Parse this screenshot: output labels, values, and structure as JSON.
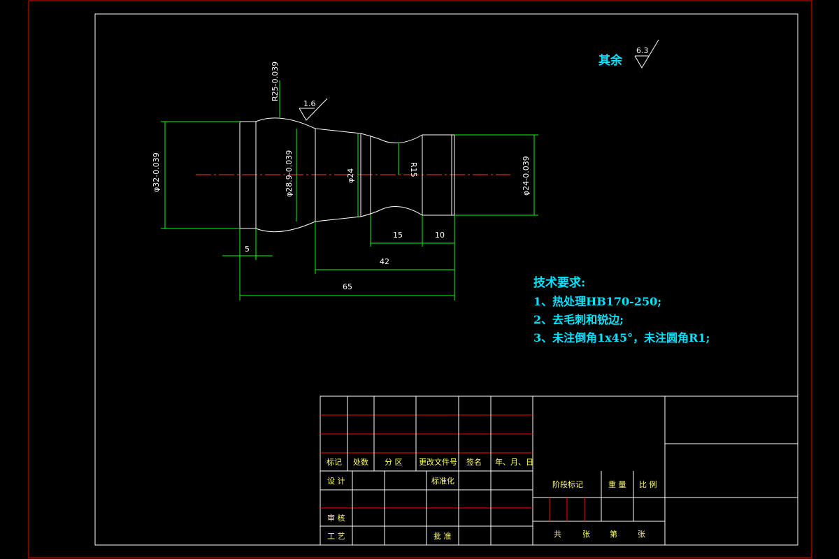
{
  "roughness": {
    "rest_label": "其余",
    "rest_value": "6.3",
    "surface_value": "1.6"
  },
  "dimensions": {
    "dia32": "φ32-0.039",
    "dia28": "φ28.9-0.039",
    "dia24_mid": "φ24",
    "dia24_right": "φ24-0.039",
    "r25": "R25-0.039",
    "r15": "R15",
    "len5": "5",
    "len15": "15",
    "len10": "10",
    "len42": "42",
    "len65": "65"
  },
  "tech_requirements": {
    "title": "技术要求:",
    "items": [
      "1、热处理HB170-250;",
      "2、去毛刺和锐边;",
      "3、未注倒角1x45°，未注圆角R1;"
    ]
  },
  "title_block": {
    "headers": [
      "标记",
      "处数",
      "分 区",
      "更改文件号",
      "签名",
      "年、月、日"
    ],
    "design": "设 计",
    "standardize": "标准化",
    "review": "审 核",
    "process": "工 艺",
    "approve": "批 准",
    "stage_mark": "阶段标记",
    "weight": "重 量",
    "scale": "比 例",
    "sheets_total": "共",
    "sheets_unit": "张",
    "sheet_no": "第",
    "sheet_unit2": "张"
  }
}
